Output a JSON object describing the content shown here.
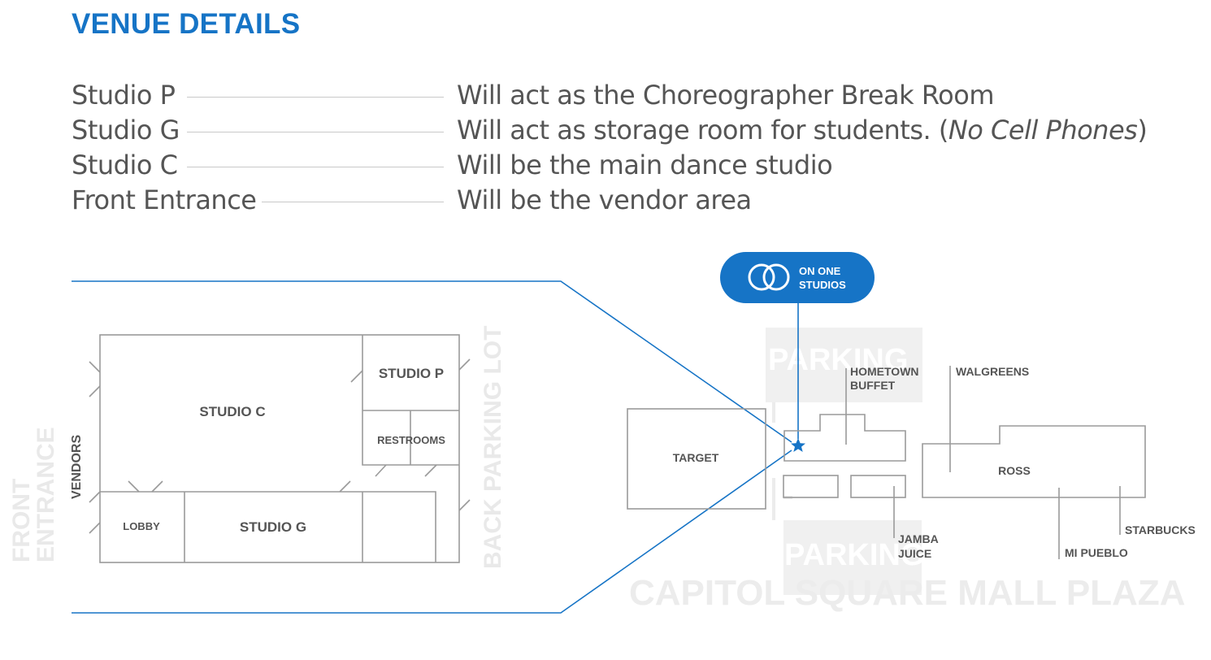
{
  "title": "VENUE DETAILS",
  "details": [
    {
      "name": "Studio P",
      "description": "Will act as the Choreographer Break Room"
    },
    {
      "name": "Studio G",
      "description": "Will act as storage room for students. (",
      "description_italic": "No Cell Phones",
      "description_end": ")"
    },
    {
      "name": "Studio C",
      "description": "Will be the main dance studio"
    },
    {
      "name": "Front Entrance",
      "description": "Will be the vendor area"
    }
  ],
  "floor_plan": {
    "rooms": [
      "STUDIO C",
      "STUDIO P",
      "RESTROOMS",
      "LOBBY",
      "STUDIO G"
    ],
    "side_labels": {
      "vendors": "VENDORS",
      "front_entrance": [
        "FRONT",
        "ENTRANCE"
      ],
      "back_parking": "BACK PARKING LOT"
    }
  },
  "site_map": {
    "logo_text": [
      "ON ONE",
      "STUDIOS"
    ],
    "parking_labels": [
      "PARKING",
      "PARKING"
    ],
    "plaza_label": "CAPITOL SQUARE MALL PLAZA",
    "stores": {
      "target": "TARGET",
      "hometown_buffet": [
        "HOMETOWN",
        "BUFFET"
      ],
      "walgreens": "WALGREENS",
      "ross": "ROSS",
      "jamba_juice": [
        "JAMBA",
        "JUICE"
      ],
      "starbucks": "STARBUCKS",
      "mi_pueblo": "MI PUEBLO"
    }
  },
  "colors": {
    "accent": "#1674c6",
    "text": "#555555",
    "ghost": "#e9e9e9"
  }
}
